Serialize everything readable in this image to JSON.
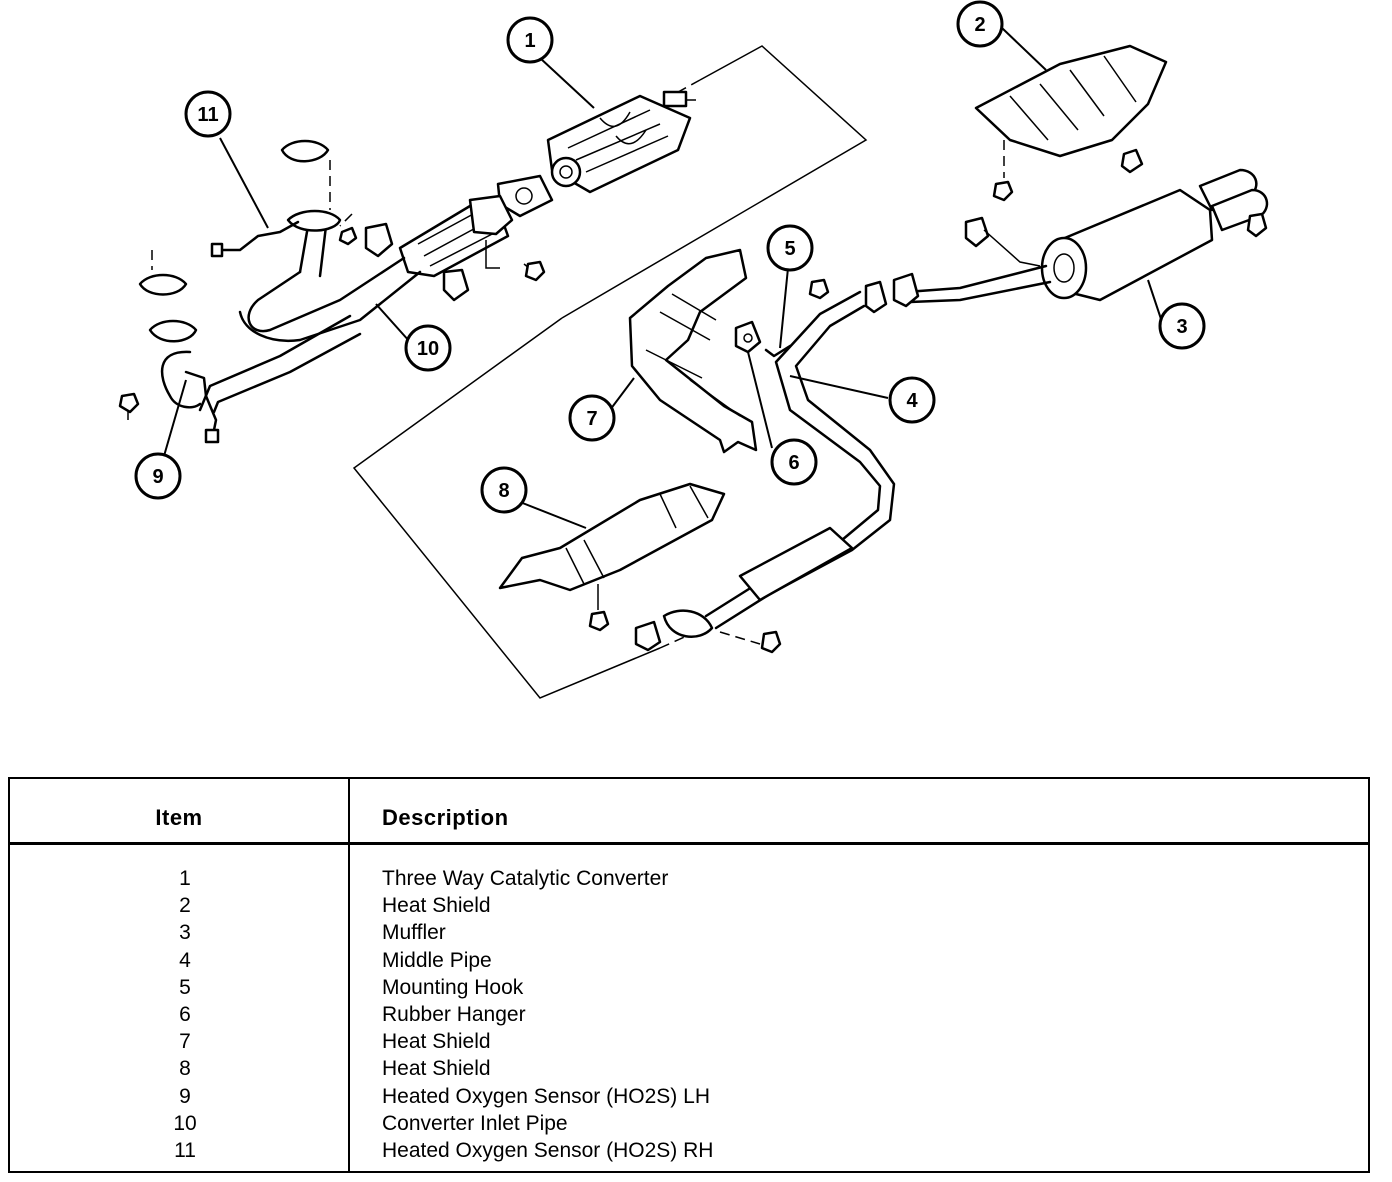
{
  "callouts": [
    "1",
    "2",
    "3",
    "4",
    "5",
    "6",
    "7",
    "8",
    "9",
    "10",
    "11"
  ],
  "legend": {
    "header_item": "Item",
    "header_description": "Description",
    "rows": [
      {
        "item": "1",
        "description": "Three Way Catalytic Converter"
      },
      {
        "item": "2",
        "description": "Heat Shield"
      },
      {
        "item": "3",
        "description": "Muffler"
      },
      {
        "item": "4",
        "description": "Middle Pipe"
      },
      {
        "item": "5",
        "description": "Mounting Hook"
      },
      {
        "item": "6",
        "description": "Rubber Hanger"
      },
      {
        "item": "7",
        "description": "Heat Shield"
      },
      {
        "item": "8",
        "description": "Heat Shield"
      },
      {
        "item": "9",
        "description": "Heated Oxygen Sensor (HO2S) LH"
      },
      {
        "item": "10",
        "description": "Converter Inlet Pipe"
      },
      {
        "item": "11",
        "description": "Heated Oxygen Sensor (HO2S) RH"
      }
    ]
  }
}
